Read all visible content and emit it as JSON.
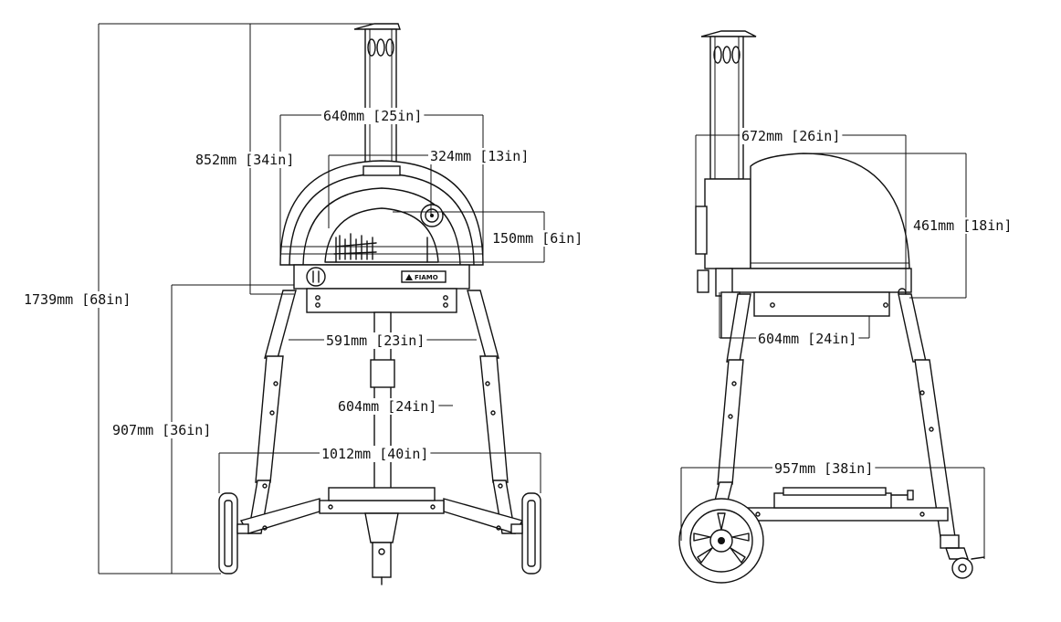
{
  "front_view": {
    "height_total": "1739mm [68in]",
    "height_oven": "852mm [34in]",
    "height_stand": "907mm [36in]",
    "width_oven": "640mm [25in]",
    "width_mouth": "324mm [13in]",
    "height_mouth": "150mm [6in]",
    "width_stand_top": "591mm [23in]",
    "depth_base": "604mm [24in]",
    "width_wheelbase": "1012mm [40in]",
    "brand_badge": "FIAMO"
  },
  "side_view": {
    "depth_oven": "672mm [26in]",
    "height_dome": "461mm [18in]",
    "depth_stand": "604mm [24in]",
    "length_base": "957mm [38in]"
  },
  "colors": {
    "line": "#111111",
    "background": "#ffffff"
  }
}
